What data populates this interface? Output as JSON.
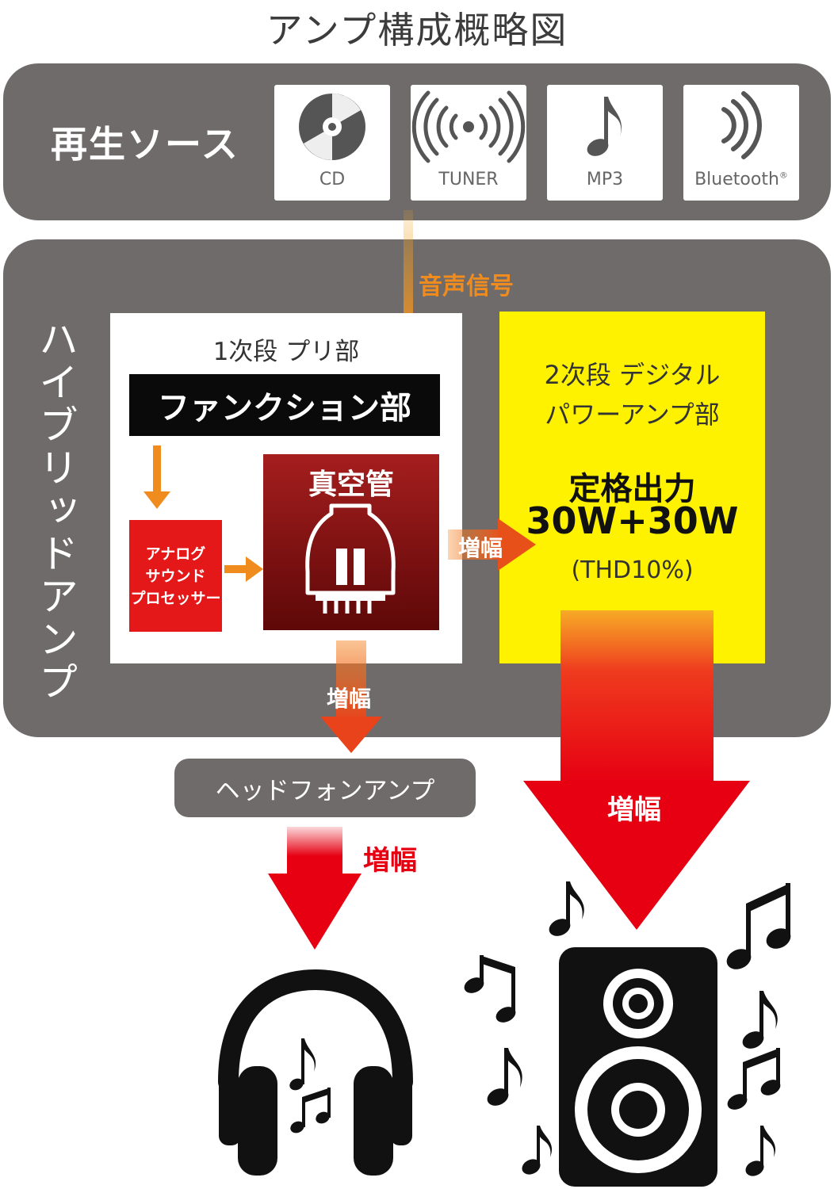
{
  "title": "アンプ構成概略図",
  "sources": {
    "label": "再生ソース",
    "items": [
      {
        "label": "CD",
        "icon": "cd-icon"
      },
      {
        "label": "TUNER",
        "icon": "radio-waves-icon"
      },
      {
        "label": "MP3",
        "icon": "music-note-icon"
      },
      {
        "label": "Bluetooth",
        "icon": "bluetooth-waves-icon"
      }
    ],
    "bluetooth_mark": "®"
  },
  "signal_label": "音声信号",
  "hybrid_label": "ハイブリッドアンプ",
  "pre": {
    "title": "1次段 プリ部",
    "function": "ファンクション部",
    "asp": [
      "アナログ",
      "サウンド",
      "プロセッサー"
    ],
    "tube": "真空管"
  },
  "power_amp": {
    "subtitle_1": "2次段 デジタル",
    "subtitle_2": "パワーアンプ部",
    "rated_label": "定格出力",
    "rated_value": "30W+30W",
    "thd": "(THD10%)"
  },
  "amp_labels": {
    "tube_to_power": "増幅",
    "tube_to_headphone": "増幅",
    "headphone_out": "増幅",
    "speaker_out": "増幅"
  },
  "headphone_amp": "ヘッドフォンアンプ",
  "colors": {
    "panel": "#6f6b6b",
    "orange": "#f08c1e",
    "red": "#e60012",
    "yellow": "#fff200",
    "tube_dark": "#6e0a0a"
  }
}
